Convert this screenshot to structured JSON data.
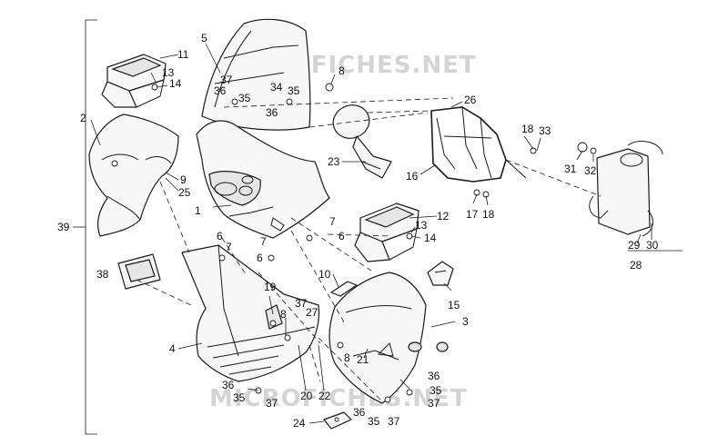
{
  "watermark": {
    "top": "MICROFICHES.NET",
    "bottom": "MICROFICHES.NET"
  },
  "callouts": {
    "c1": "1",
    "c2": "2",
    "c3": "3",
    "c4": "4",
    "c5": "5",
    "c6a": "6",
    "c6b": "6",
    "c6c": "6",
    "c7a": "7",
    "c7b": "7",
    "c7c": "7",
    "c8a": "8",
    "c8b": "8",
    "c8c": "8",
    "c9": "9",
    "c10": "10",
    "c11": "11",
    "c12": "12",
    "c13a": "13",
    "c13b": "13",
    "c14a": "14",
    "c14b": "14",
    "c15": "15",
    "c16": "16",
    "c17": "17",
    "c18a": "18",
    "c18b": "18",
    "c19": "19",
    "c20": "20",
    "c21": "21",
    "c22": "22",
    "c23": "23",
    "c24": "24",
    "c25": "25",
    "c26": "26",
    "c27": "27",
    "c28": "28",
    "c29": "29",
    "c30": "30",
    "c31": "31",
    "c32": "32",
    "c33": "33",
    "c34": "34",
    "c35a": "35",
    "c35b": "35",
    "c35c": "35",
    "c35d": "35",
    "c35e": "35",
    "c36a": "36",
    "c36b": "36",
    "c36c": "36",
    "c36d": "36",
    "c36e": "36",
    "c37a": "37",
    "c37b": "37",
    "c37c": "37",
    "c37d": "37",
    "c37e": "37",
    "c38": "38",
    "c39": "39"
  }
}
